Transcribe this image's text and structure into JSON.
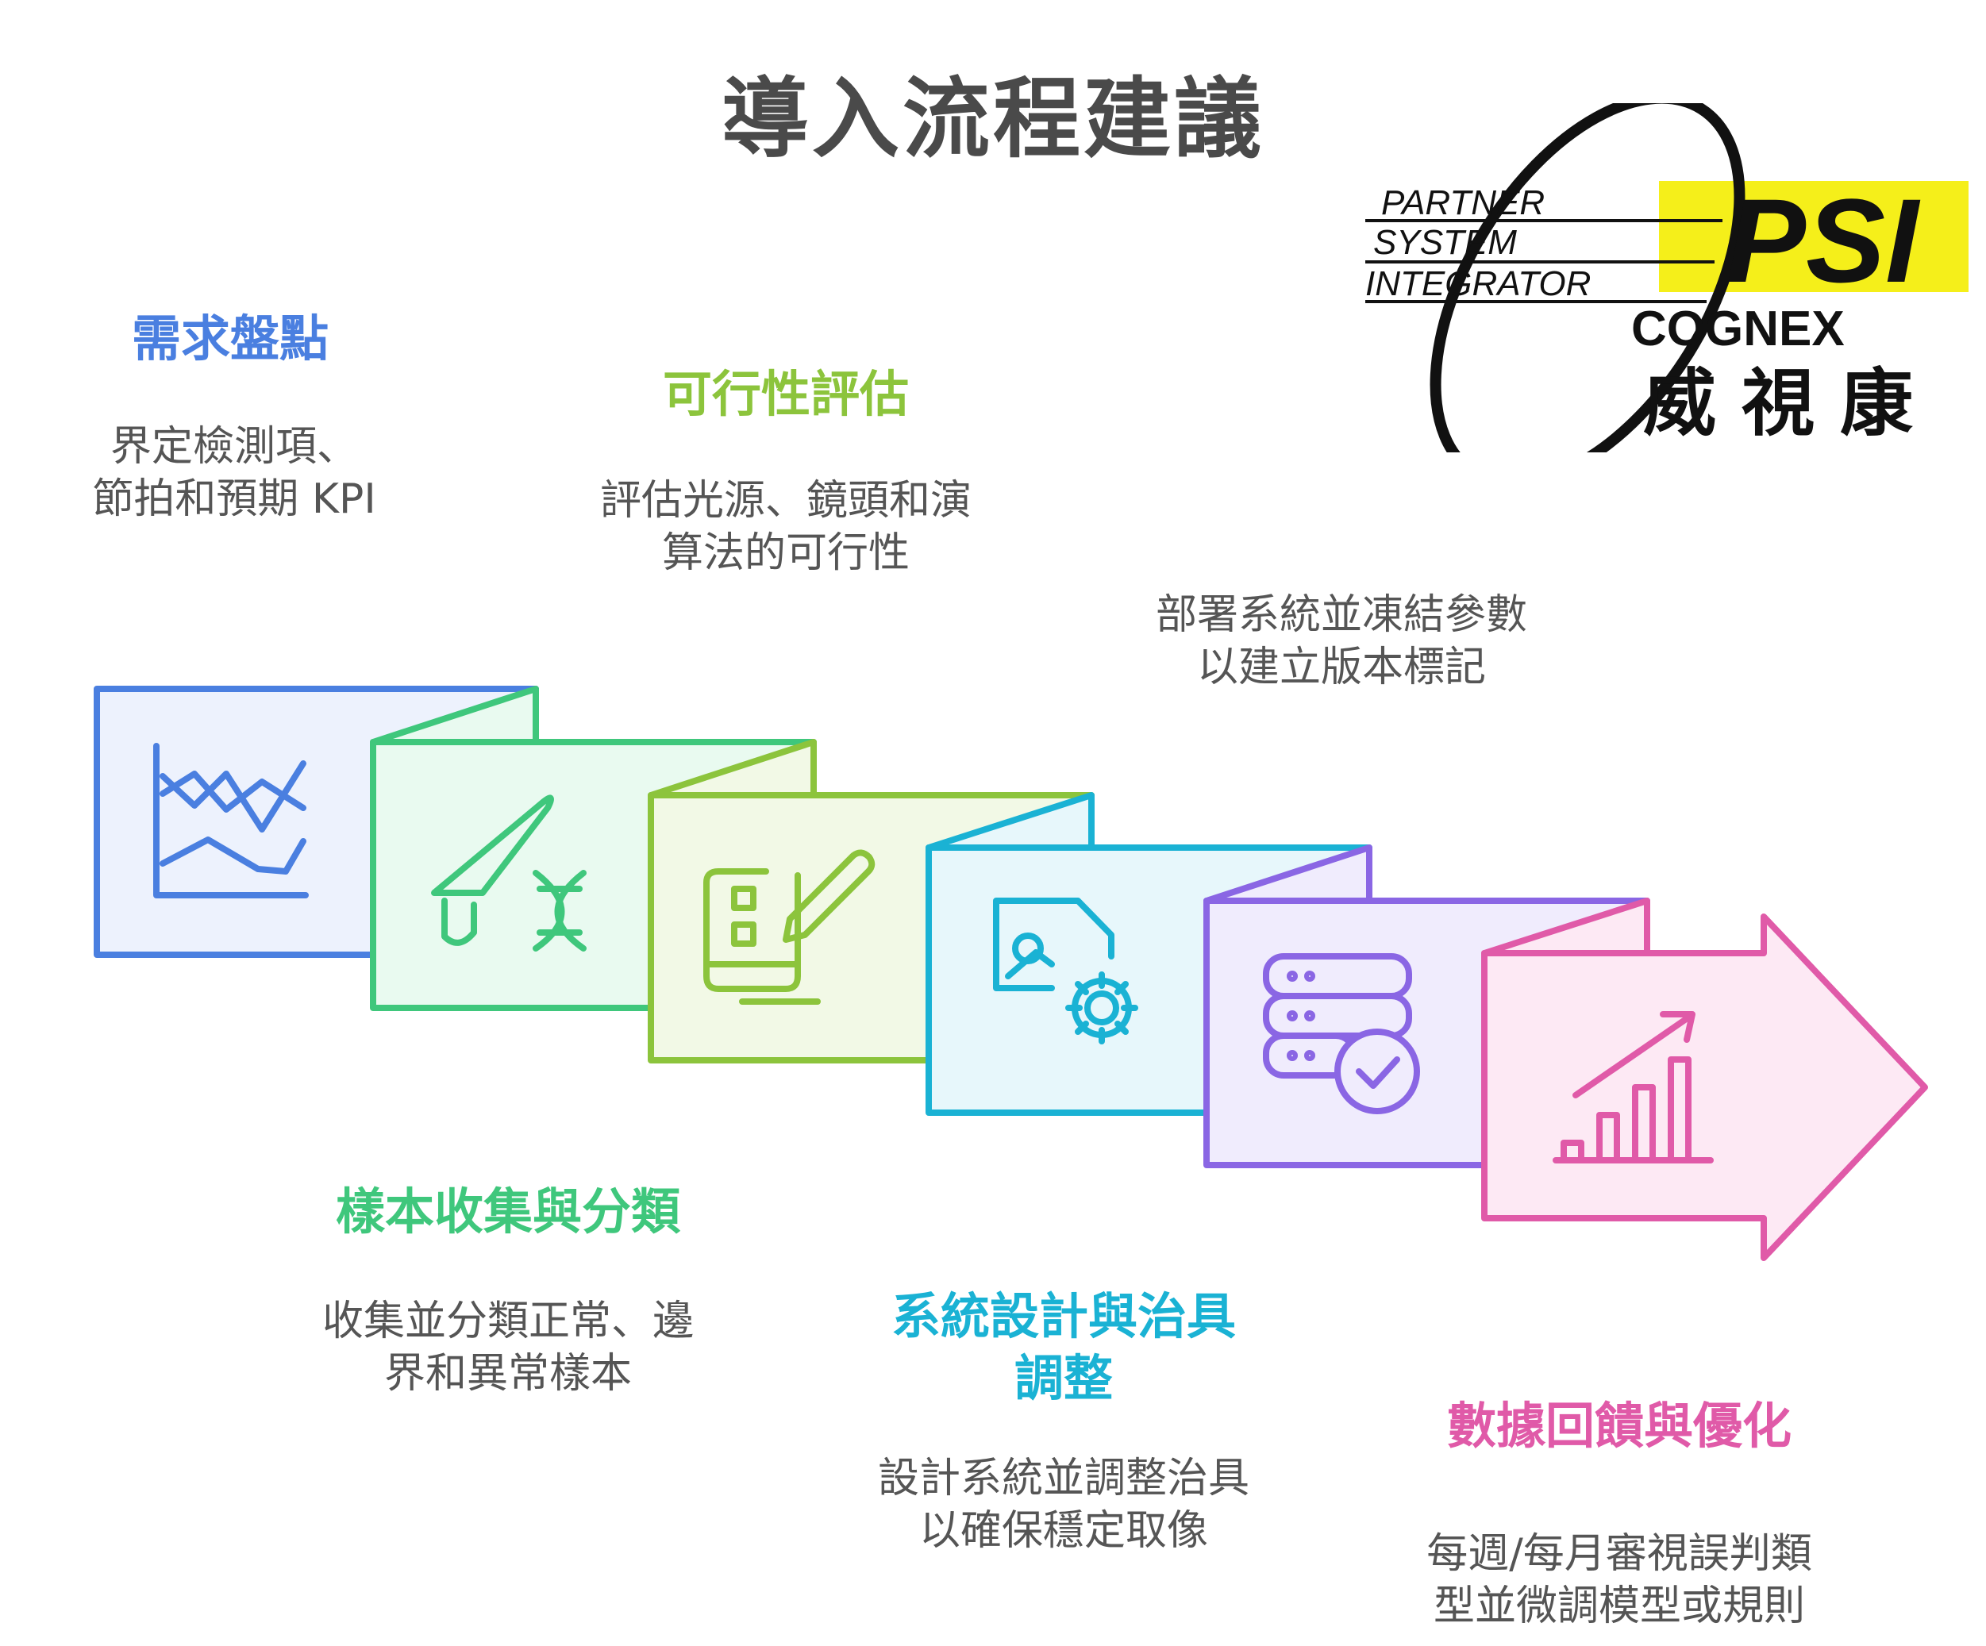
{
  "title": "導入流程建議",
  "colors": {
    "blue": "#4a7fe0",
    "green": "#3fc77c",
    "lime": "#8cc43c",
    "cyan": "#1ab2d4",
    "purple": "#8a66e4",
    "pink": "#e05aa8",
    "logo_yellow": "#f5ef1a"
  },
  "steps": [
    {
      "title": "需求盤點",
      "desc": "界定檢測項、\n節拍和預期 KPI",
      "icon": "line-chart-icon"
    },
    {
      "title": "可行性評估",
      "desc": "評估光源、鏡頭和演\n算法的可行性",
      "icon": "scalpel-dna-icon"
    },
    {
      "title": "樣本收集與分類",
      "desc": "收集並分類正常、邊\n界和異常樣本",
      "icon": "monitor-edit-icon"
    },
    {
      "title": "",
      "desc": "部署系統並凍結參數\n以建立版本標記",
      "icon": "image-gear-icon"
    },
    {
      "title": "系統設計與治具\n調整",
      "desc": "設計系統並調整治具\n以確保穩定取像",
      "icon": "server-check-icon"
    },
    {
      "title": "數據回饋與優化",
      "desc": "每週/每月審視誤判類\n型並微調模型或規則",
      "icon": "growth-bar-chart-icon"
    }
  ],
  "logo": {
    "line1": "PARTNER",
    "line2": "SYSTEM",
    "line3": "INTEGRATOR",
    "psi": "PSI",
    "cognex": "COGNEX",
    "chinese": "威 視 康"
  }
}
